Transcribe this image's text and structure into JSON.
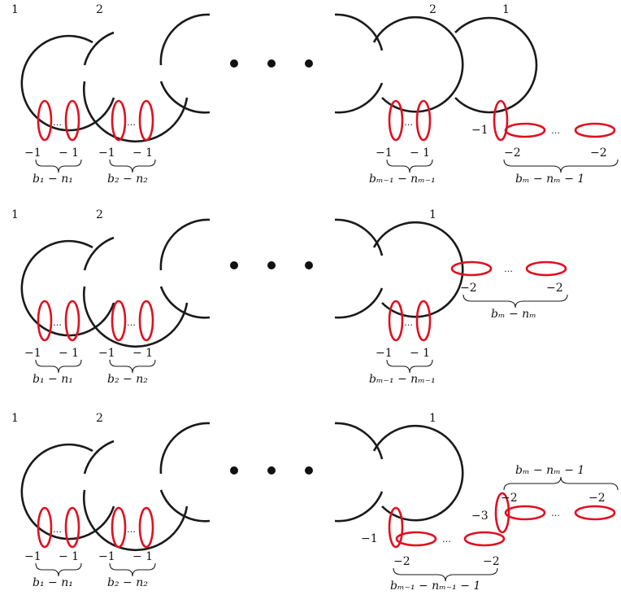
{
  "labels": {
    "one": "1",
    "two": "2",
    "ellipsis": "• • •",
    "minus_one": "−1",
    "minus_two": "−2",
    "minus_three": "−3",
    "dots_small": "…"
  },
  "panels": [
    {
      "left_labels": [
        "b₁ − n₁",
        "b₂ − n₂"
      ],
      "coeffs": [
        "−1",
        "− 1"
      ],
      "right_labels": [
        "bₘ₋₁ − nₘ₋₁",
        "bₘ − nₘ − 1"
      ]
    },
    {
      "left_labels": [
        "b₁ − n₁",
        "b₂ − n₂"
      ],
      "coeffs": [
        "−1",
        "− 1"
      ],
      "right_labels": [
        "bₘ₋₁ − nₘ₋₁",
        "bₘ − nₘ"
      ]
    },
    {
      "left_labels": [
        "b₁ − n₁",
        "b₂ − n₂"
      ],
      "coeffs": [
        "−1",
        "− 1"
      ],
      "right_labels": [
        "bₘ₋₁ − nₘ₋₁ − 1",
        "bₘ − nₘ − 1"
      ]
    }
  ]
}
